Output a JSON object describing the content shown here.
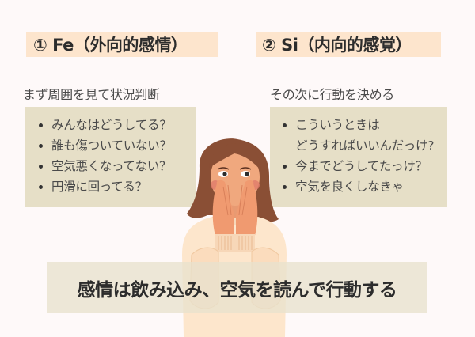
{
  "sections": [
    {
      "header": "① Fe（外向的感情）",
      "subtitle": "まず周囲を見て状況判断",
      "items": [
        {
          "text": "みんなはどうしてる？"
        },
        {
          "text": "誰も傷ついていない？"
        },
        {
          "text": "空気悪くなってない？"
        },
        {
          "text": "円滑に回ってる？"
        }
      ]
    },
    {
      "header": "② Si（内向的感覚）",
      "subtitle": "その次に行動を決める",
      "items": [
        {
          "text": "こういうときは",
          "text2": "どうすればいいんだっけ?"
        },
        {
          "text": "今までどうしてたっけ？"
        },
        {
          "text": "空気を良くしなきゃ"
        }
      ]
    }
  ],
  "banner": "感情は飲み込み、空気を読んで行動する",
  "colors": {
    "background": "#fef9f9",
    "header_bg": "#fde5cd",
    "list_bg": "#e6dfc7",
    "banner_bg": "#e8e2cd",
    "text_dark": "#2c2c2c",
    "hair": "#8a4f35",
    "skin": "#f0a87e",
    "sweater": "#fde6cc"
  },
  "illustration": {
    "label": "woman-covering-mouth-illustration"
  }
}
